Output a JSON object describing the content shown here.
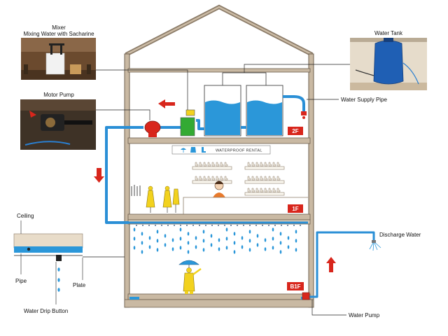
{
  "labels": {
    "mixer_title": "Mixer",
    "mixer_subtitle": "Mixing Water with Sacharine",
    "motor_pump": "Motor Pump",
    "water_tank": "Water Tank",
    "water_supply_pipe": "Water Supply Pipe",
    "ceiling": "Ceiling",
    "pipe": "Pipe",
    "plate": "Plate",
    "water_drip_button": "Water Drip Button",
    "discharge_water": "Discharge Water",
    "water_pump": "Water Pump"
  },
  "floors": {
    "second": "2F",
    "first": "1F",
    "basement": "B1F"
  },
  "shop_sign": "WATERPROOF RENTAL",
  "colors": {
    "wall": "#b9a893",
    "wall_dark": "#7a6a58",
    "pipe": "#2a8fd6",
    "water": "#2b97d9",
    "floor_tag": "#d8261c",
    "arrow": "#d8261c",
    "raincoat": "#f2d21e",
    "pump": "#d8261c",
    "mixer": "#33aa33"
  },
  "icons": [
    "umbrella-icon",
    "raincoat-icon",
    "boots-icon"
  ]
}
